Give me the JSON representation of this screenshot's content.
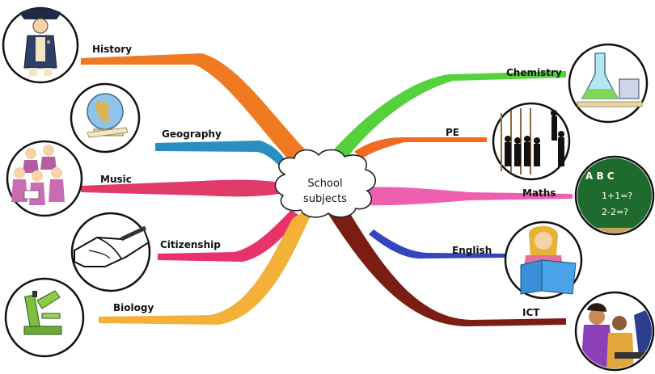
{
  "center": {
    "line1": "School",
    "line2": "subjects"
  },
  "branches": [
    {
      "id": "history",
      "label": "History",
      "color": "#f07a22"
    },
    {
      "id": "geography",
      "label": "Geography",
      "color": "#2a8fbf"
    },
    {
      "id": "music",
      "label": "Music",
      "color": "#e03a68"
    },
    {
      "id": "citizenship",
      "label": "Citizenship",
      "color": "#e8336a"
    },
    {
      "id": "biology",
      "label": "Biology",
      "color": "#f4b13a"
    },
    {
      "id": "chemistry",
      "label": "Chemistry",
      "color": "#54d13c"
    },
    {
      "id": "pe",
      "label": "PE",
      "color": "#f06a22"
    },
    {
      "id": "maths",
      "label": "Maths",
      "color": "#ee5fb0"
    },
    {
      "id": "english",
      "label": "English",
      "color": "#3345c0"
    },
    {
      "id": "ict",
      "label": "ICT",
      "color": "#7a1e14"
    }
  ],
  "illustrations": {
    "maths_board": {
      "line1": "1+1=?",
      "line2": "2-2=?",
      "letters": "A  B  C"
    }
  }
}
